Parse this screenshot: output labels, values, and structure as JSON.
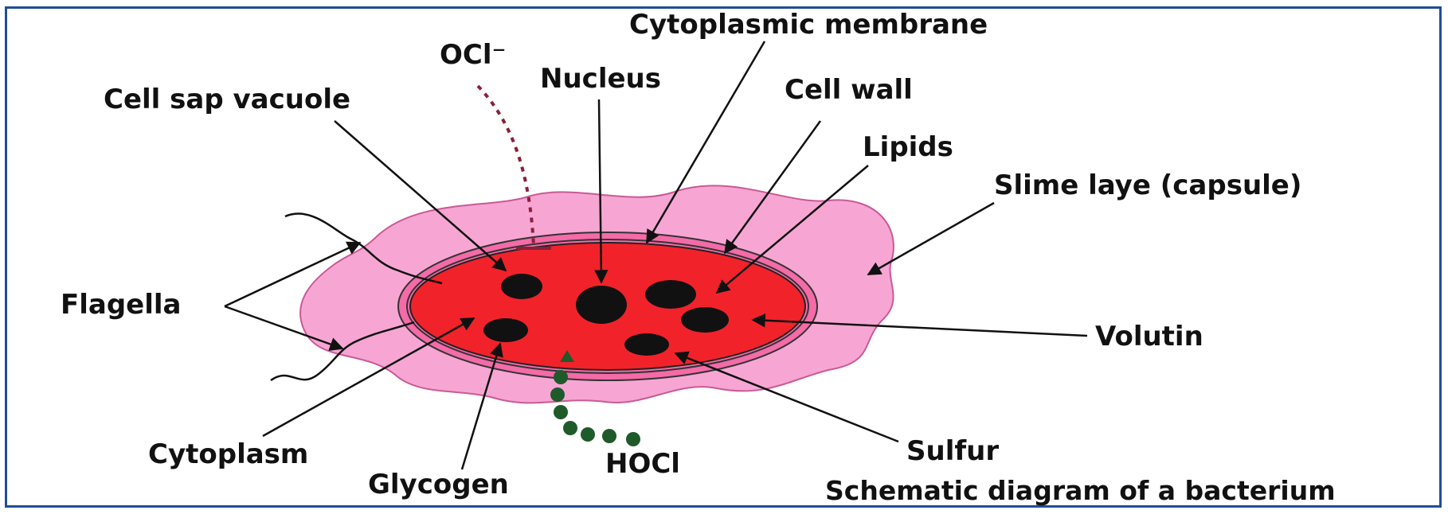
{
  "labels": {
    "cytoplasmic_membrane": "Cytoplasmic membrane",
    "ocl": "OCl⁻",
    "nucleus": "Nucleus",
    "cell_sap_vacuole": "Cell sap vacuole",
    "cell_wall": "Cell wall",
    "lipids": "Lipids",
    "slime_layer": "Slime laye (capsule)",
    "flagella": "Flagella",
    "volutin": "Volutin",
    "cytoplasm": "Cytoplasm",
    "sulfur": "Sulfur",
    "glycogen": "Glycogen",
    "hocl": "HOCl"
  },
  "caption": "Schematic diagram of a bacterium",
  "colors": {
    "capsule": "#f7a6d4",
    "cell_wall": "#f46ba8",
    "cytoplasm": "#f2222b",
    "granule": "#111111",
    "hocl_dots": "#1e5a2a",
    "frame": "#1f4e9a",
    "ocl_line": "#8b1f3a"
  }
}
